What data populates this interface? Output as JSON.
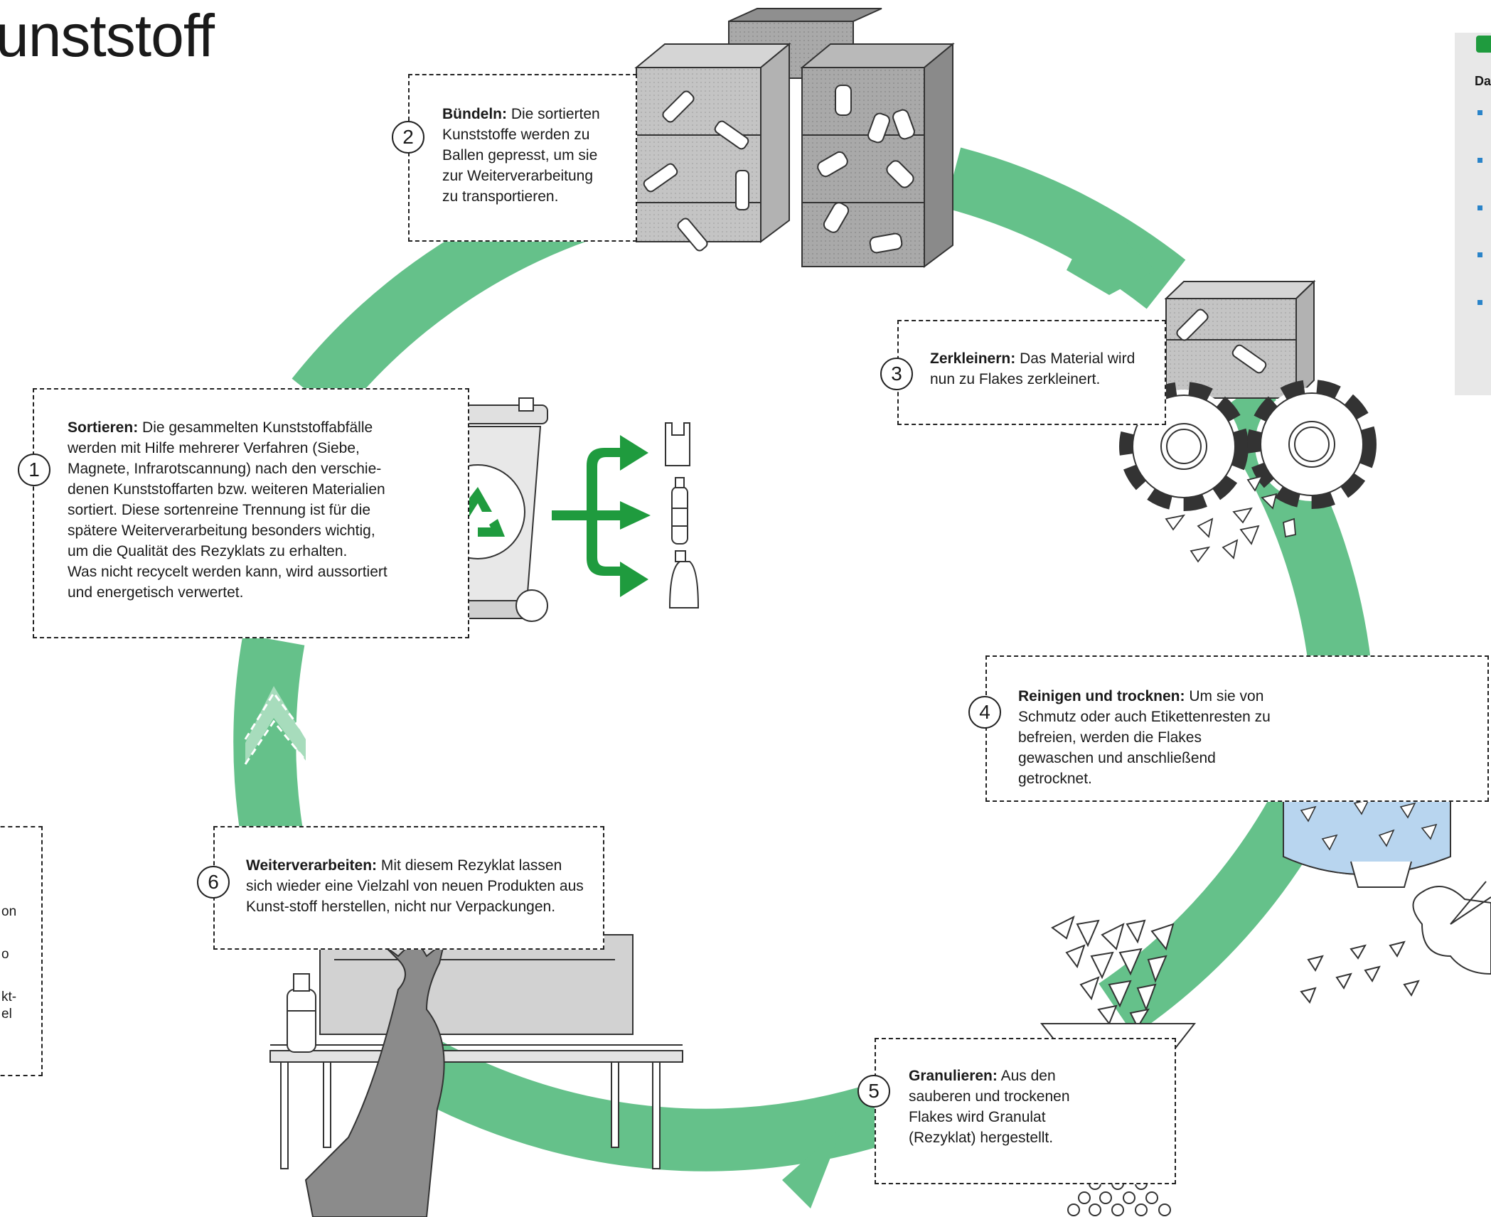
{
  "title": "unststoff",
  "colors": {
    "ring": "#65c18a",
    "arrow": "#1f9b3e",
    "accent_blue": "#2a84c9",
    "water": "#b8d5ef",
    "bale": "#bfbfbf"
  },
  "steps": [
    {
      "num": "1",
      "head": "Sortieren:",
      "text": "Die gesammelten Kunststoffabfälle werden mit Hilfe mehrerer Verfahren (Siebe, Magnete, Infrarotscannung) nach den verschie-denen Kunststoffarten bzw. weiteren Materialien sortiert. Diese sortenreine Trennung ist für die spätere Weiterverarbeitung besonders wichtig, um die Qualität des Rezyklats zu erhalten.",
      "extra": "Was nicht recycelt werden kann, wird aussortiert und energetisch verwertet."
    },
    {
      "num": "2",
      "head": "Bündeln:",
      "text": "Die sortierten Kunststoffe werden zu Ballen gepresst, um sie zur Weiterverarbeitung zu transportieren."
    },
    {
      "num": "3",
      "head": "Zerkleinern:",
      "text": "Das Material wird nun zu Flakes zerkleinert."
    },
    {
      "num": "4",
      "head": "Reinigen und trocknen:",
      "text": "Um sie von Schmutz oder auch Etikettenresten zu befreien, werden die Flakes gewaschen und anschließend getrocknet."
    },
    {
      "num": "5",
      "head": "Granulieren:",
      "text": "Aus den sauberen und trockenen Flakes wird Granulat (Rezyklat) hergestellt."
    },
    {
      "num": "6",
      "head": "Weiterverarbeiten:",
      "text": "Mit diesem Rezyklat lassen sich wieder eine Vielzahl von neuen Produkten aus Kunst-stoff herstellen, nicht nur Verpackungen."
    }
  ],
  "side_panel": {
    "heading": "Da"
  },
  "left_fragments": [
    "on",
    "o",
    "kt-",
    "el"
  ]
}
